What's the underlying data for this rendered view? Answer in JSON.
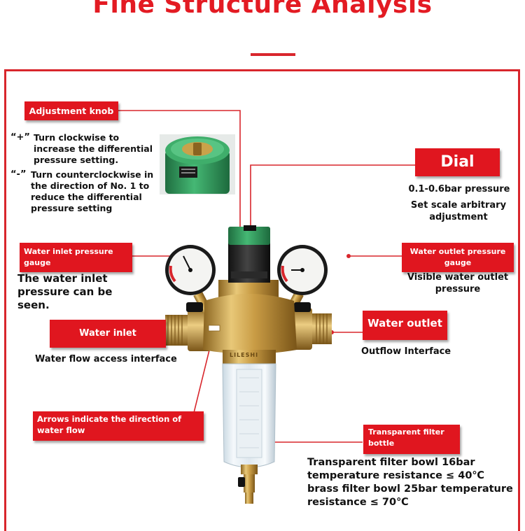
{
  "title": "Fine Structure Analysis",
  "labels": {
    "adjustment_knob": {
      "tag": "Adjustment knob",
      "plus_sign": "“+”",
      "plus_text": "Turn clockwise to increase the differential pressure setting.",
      "minus_sign": "“-”",
      "minus_text": "Turn counterclockwise in the direction of No. 1 to reduce the differential pressure setting"
    },
    "dial": {
      "tag": "Dial",
      "line1": "0.1-0.6bar pressure",
      "line2": "Set scale arbitrary adjustment"
    },
    "inlet_gauge": {
      "tag": "Water inlet pressure gauge",
      "desc": "The water inlet pressure can be seen."
    },
    "outlet_gauge": {
      "tag": "Water outlet pressure gauge",
      "desc": "Visible water outlet pressure"
    },
    "water_inlet": {
      "tag": "Water inlet",
      "desc": "Water flow access interface"
    },
    "water_outlet": {
      "tag": "Water outlet",
      "desc": "Outflow Interface"
    },
    "arrows": {
      "tag": "Arrows indicate the direction of water flow"
    },
    "filter_bottle": {
      "tag": "Transparent filter bottle",
      "desc": "Transparent filter bowl 16bar temperature resistance ≤ 40℃ brass filter bowl 25bar temperature resistance ≤ 70℃"
    }
  },
  "product": {
    "brand_mark": "LILESHI"
  },
  "colors": {
    "accent": "#e0161f",
    "brass": "#c9a24a",
    "knob_green": "#2f9a5c"
  }
}
